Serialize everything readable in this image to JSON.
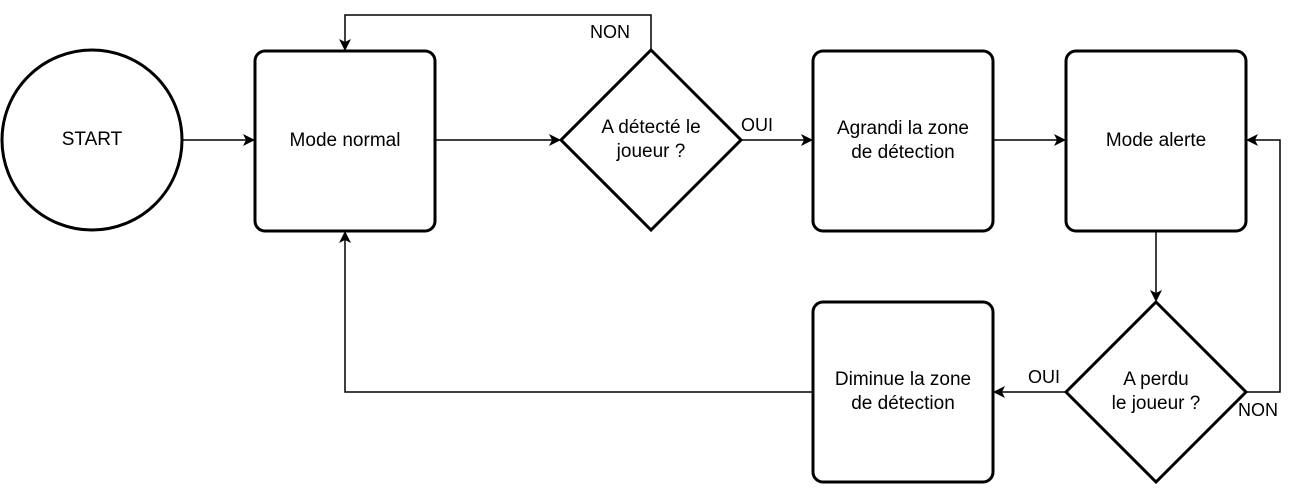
{
  "colors": {
    "stroke": "#000000",
    "fill": "#ffffff",
    "text": "#000000"
  },
  "nodes": {
    "start": "START",
    "mode_normal": "Mode normal",
    "decision_detected": "A détecté le\njoueur ?",
    "agrandi": "Agrandi la zone\nde détection",
    "mode_alerte": "Mode alerte",
    "decision_lost": "A perdu\nle joueur ?",
    "diminue": "Diminue la zone\nde détection"
  },
  "edge_labels": {
    "detected_no": "NON",
    "detected_yes": "OUI",
    "lost_yes": "OUI",
    "lost_no": "NON"
  }
}
